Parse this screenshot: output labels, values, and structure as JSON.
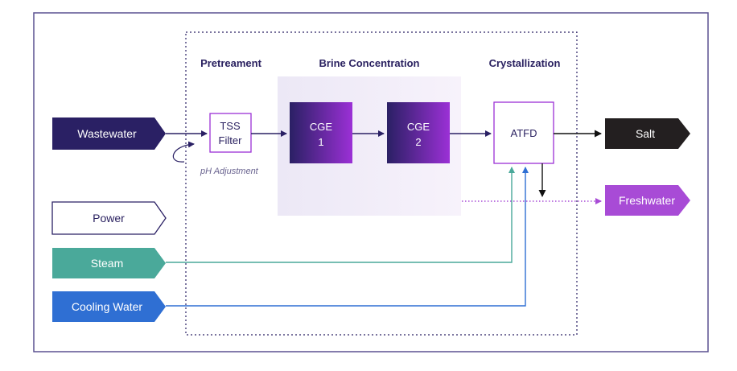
{
  "sections": {
    "pretreatment": "Pretreament",
    "brine_concentration": "Brine Concentration",
    "crystallization": "Crystallization"
  },
  "inputs": {
    "wastewater": "Wastewater",
    "power": "Power",
    "steam": "Steam",
    "cooling_water": "Cooling Water"
  },
  "outputs": {
    "salt": "Salt",
    "freshwater": "Freshwater"
  },
  "units": {
    "tss_line1": "TSS",
    "tss_line2": "Filter",
    "cge1_line1": "CGE",
    "cge1_line2": "1",
    "cge2_line1": "CGE",
    "cge2_line2": "2",
    "atfd": "ATFD"
  },
  "notes": {
    "ph_adjustment": "pH Adjustment"
  },
  "colors": {
    "frame": "#5a5190",
    "navy": "#2a2064",
    "purple": "#9b30d6",
    "teal": "#4aa99a",
    "blue": "#2f6fd3",
    "salt": "#231f20",
    "freshwater": "#a84bd6",
    "band": "#f3eefa"
  }
}
